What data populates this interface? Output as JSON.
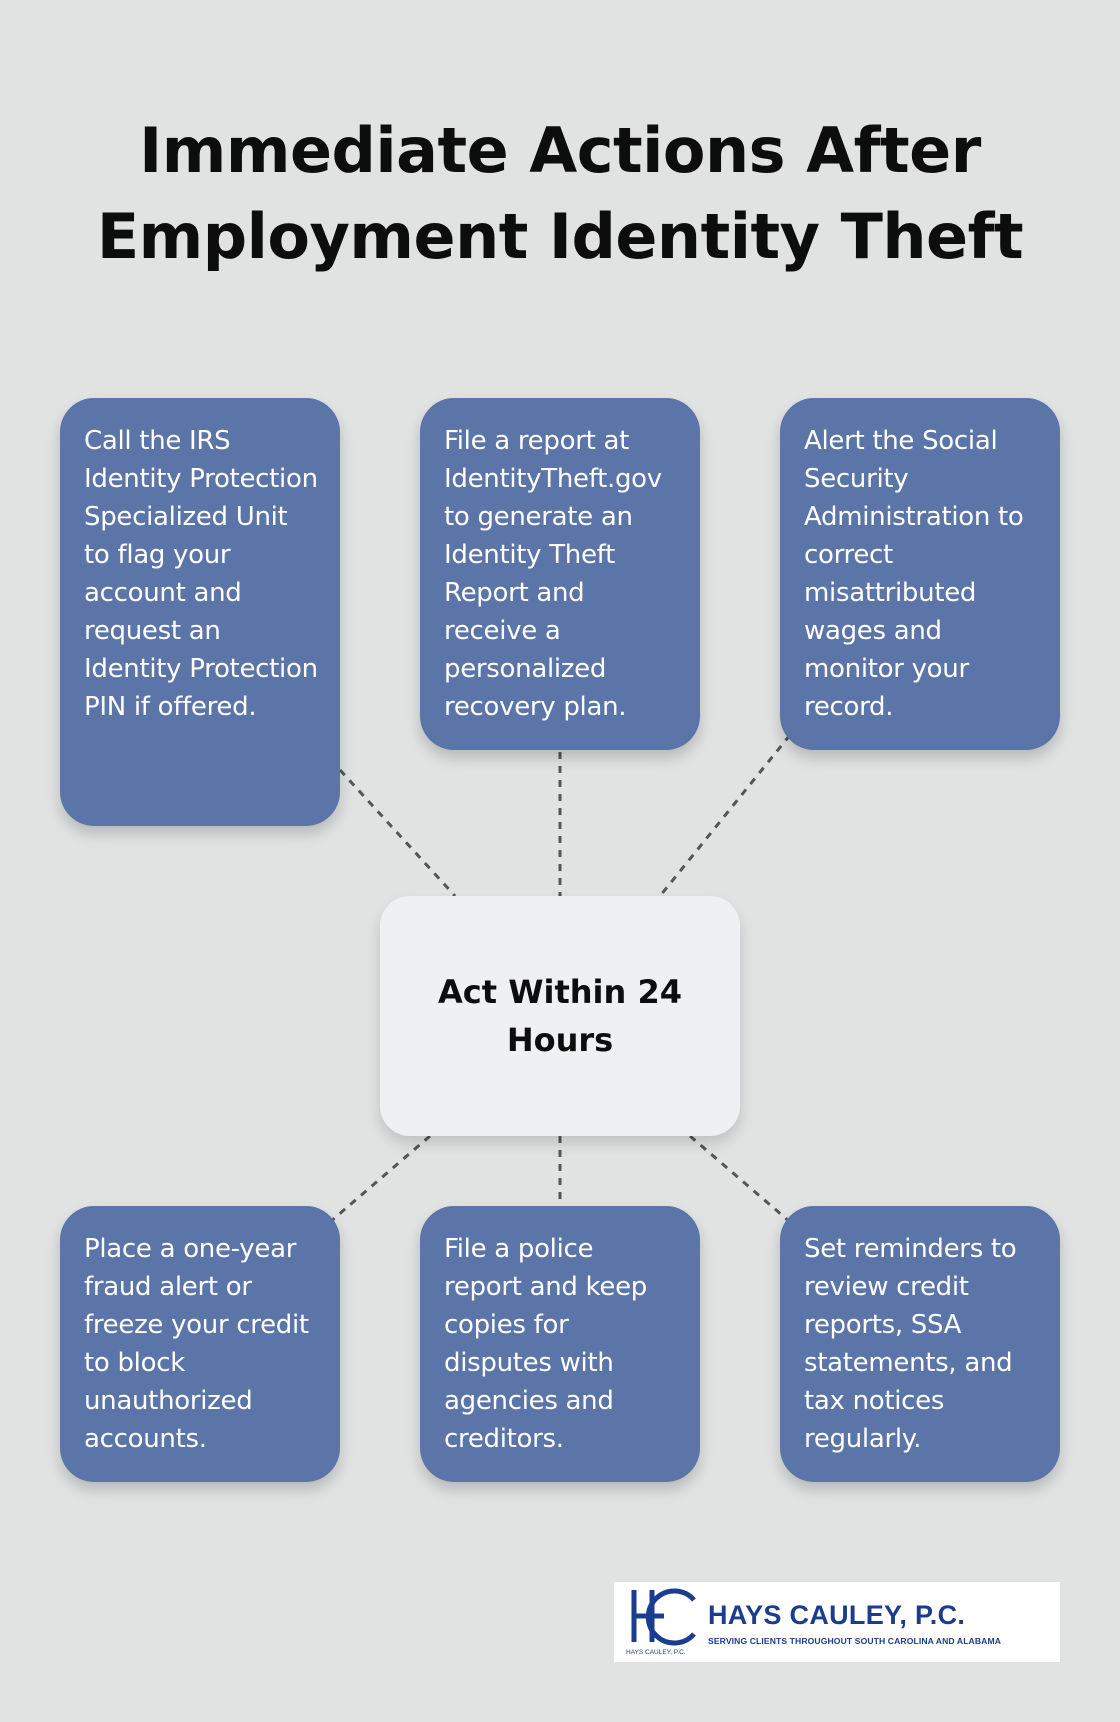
{
  "title_line1": "Immediate Actions After",
  "title_line2": "Employment Identity Theft",
  "center": {
    "label": "Act Within 24 Hours"
  },
  "actions": [
    {
      "text": "Call the IRS Identity Protection Specialized Unit to flag your account and request an Identity Protection PIN if offered."
    },
    {
      "text": "File a report at IdentityTheft.gov to generate an Identity Theft Report and receive a personalized recovery plan."
    },
    {
      "text": "Alert the Social Security Administration to correct misattributed wages and monitor your record."
    },
    {
      "text": "Place a one-year fraud alert or freeze your credit to block unauthorized accounts."
    },
    {
      "text": "File a police report and keep copies for disputes with agencies and creditors."
    },
    {
      "text": "Set reminders to review credit reports, SSA statements, and tax notices regularly."
    }
  ],
  "logo": {
    "name": "HAYS CAULEY, P.C.",
    "tagline": "SERVING CLIENTS THROUGHOUT SOUTH CAROLINA AND ALABAMA",
    "small_name": "HAYS CAULEY, P.C.",
    "monogram": "HC"
  },
  "colors": {
    "background": "#e1e2e2",
    "box_fill": "#5c75a8",
    "center_fill": "#eff0f1",
    "connector": "#555555",
    "logo_blue": "#1b3d8f"
  }
}
